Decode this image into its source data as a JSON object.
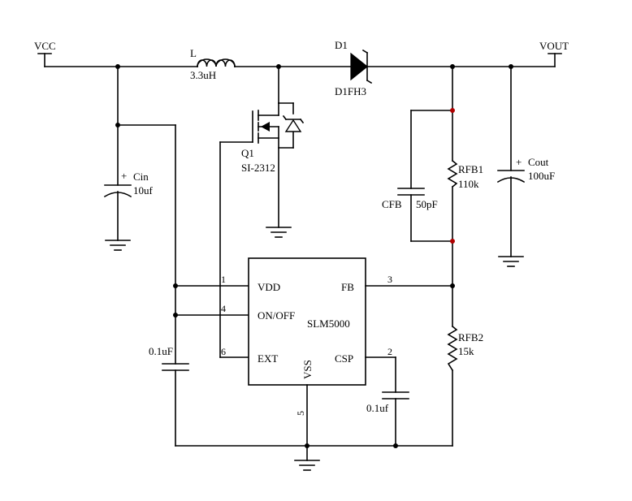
{
  "nets": {
    "vcc": "VCC",
    "vout": "VOUT"
  },
  "components": {
    "inductor": {
      "ref": "L",
      "value": "3.3uH"
    },
    "diode": {
      "ref": "D1",
      "value": "D1FH3"
    },
    "mosfet": {
      "ref": "Q1",
      "value": "SI-2312"
    },
    "cin": {
      "ref": "Cin",
      "value": "10uf",
      "polarity": "+"
    },
    "cout": {
      "ref": "Cout",
      "value": "100uF",
      "polarity": "+"
    },
    "cfb": {
      "ref": "CFB",
      "value": "50pF"
    },
    "rfb1": {
      "ref": "RFB1",
      "value": "110k"
    },
    "rfb2": {
      "ref": "RFB2",
      "value": "15k"
    },
    "c_vdd": {
      "value": "0.1uF"
    },
    "c_csp": {
      "value": "0.1uf"
    }
  },
  "ic": {
    "name": "SLM5000",
    "pins": {
      "vdd": {
        "label": "VDD",
        "number": "1"
      },
      "onoff": {
        "label": "ON/OFF",
        "number": "4"
      },
      "ext": {
        "label": "EXT",
        "number": "6"
      },
      "fb": {
        "label": "FB",
        "number": "3"
      },
      "csp": {
        "label": "CSP",
        "number": "2"
      },
      "vss": {
        "label": "VSS",
        "number": "5"
      }
    }
  },
  "colors": {
    "wire": "#000000",
    "junction": "#000000",
    "junction_highlight": "#b00000"
  }
}
